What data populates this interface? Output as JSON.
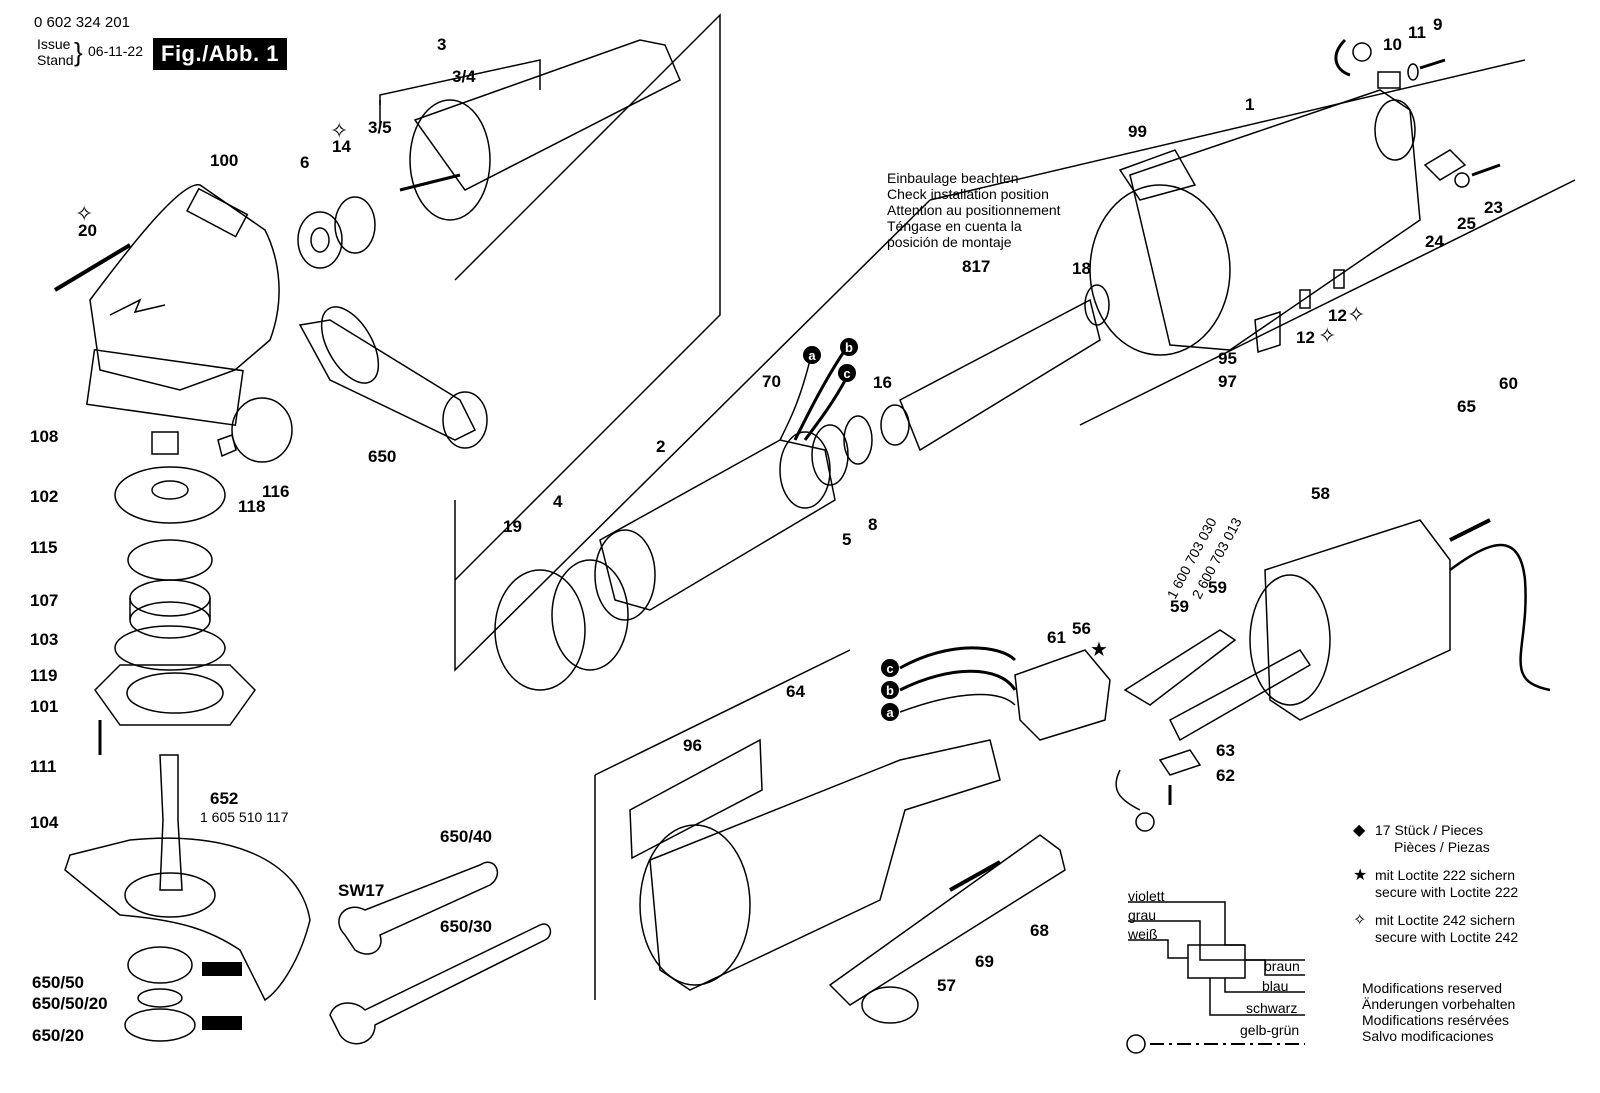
{
  "header": {
    "doc_number": "0 602 324 201",
    "issue_label": "Issue",
    "stand_label": "Stand",
    "issue_date": "06-11-22",
    "figure": "Fig./Abb. 1"
  },
  "install_note": [
    "Einbaulage beachten",
    "Check installation position",
    "Attention au positionnement",
    "Téngase en cuenta la",
    "posición de montaje"
  ],
  "legend": {
    "diamond_line1": "17 Stück / Pieces",
    "diamond_line2": "Pièces / Piezas",
    "star_line1": "mit Loctite 222 sichern",
    "star_line2": "secure with Loctite 222",
    "outline_star_line1": "mit Loctite 242 sichern",
    "outline_star_line2": "secure with Loctite 242"
  },
  "modifications": [
    "Modifications reserved",
    "Änderungen vorbehalten",
    "Modifications resérvées",
    "Salvo modificaciones"
  ],
  "wiring": {
    "left": [
      "violett",
      "grau",
      "weiß"
    ],
    "right": [
      "braun",
      "blau",
      "schwarz",
      "gelb-grün"
    ]
  },
  "parts": [
    {
      "label": "3"
    },
    {
      "label": "3/4"
    },
    {
      "label": "3/5"
    },
    {
      "label": "14"
    },
    {
      "label": "6"
    },
    {
      "label": "100"
    },
    {
      "label": "20"
    },
    {
      "label": "108"
    },
    {
      "label": "650"
    },
    {
      "label": "102"
    },
    {
      "label": "118"
    },
    {
      "label": "116"
    },
    {
      "label": "115"
    },
    {
      "label": "107"
    },
    {
      "label": "103"
    },
    {
      "label": "119"
    },
    {
      "label": "101"
    },
    {
      "label": "111"
    },
    {
      "label": "104"
    },
    {
      "label": "652"
    },
    {
      "label": "650/50"
    },
    {
      "label": "650/50/20"
    },
    {
      "label": "650/20"
    },
    {
      "label": "650/40"
    },
    {
      "label": "650/30"
    },
    {
      "label": "SW17"
    },
    {
      "label": "99"
    },
    {
      "label": "1"
    },
    {
      "label": "10"
    },
    {
      "label": "11"
    },
    {
      "label": "9"
    },
    {
      "label": "817"
    },
    {
      "label": "18"
    },
    {
      "label": "16"
    },
    {
      "label": "70"
    },
    {
      "label": "2"
    },
    {
      "label": "5"
    },
    {
      "label": "8"
    },
    {
      "label": "4"
    },
    {
      "label": "19"
    },
    {
      "label": "24"
    },
    {
      "label": "25"
    },
    {
      "label": "23"
    },
    {
      "label": "12"
    },
    {
      "label": "12"
    },
    {
      "label": "95"
    },
    {
      "label": "97"
    },
    {
      "label": "65"
    },
    {
      "label": "60"
    },
    {
      "label": "58"
    },
    {
      "label": "59"
    },
    {
      "label": "59"
    },
    {
      "label": "61"
    },
    {
      "label": "56"
    },
    {
      "label": "64"
    },
    {
      "label": "96"
    },
    {
      "label": "63"
    },
    {
      "label": "62"
    },
    {
      "label": "69"
    },
    {
      "label": "68"
    },
    {
      "label": "57"
    }
  ],
  "part_numbers": [
    "1 605 510 117",
    "1 600 703 030",
    "2 600 703 013"
  ],
  "wire_tags": [
    "a",
    "b",
    "c",
    "c",
    "b",
    "a"
  ]
}
